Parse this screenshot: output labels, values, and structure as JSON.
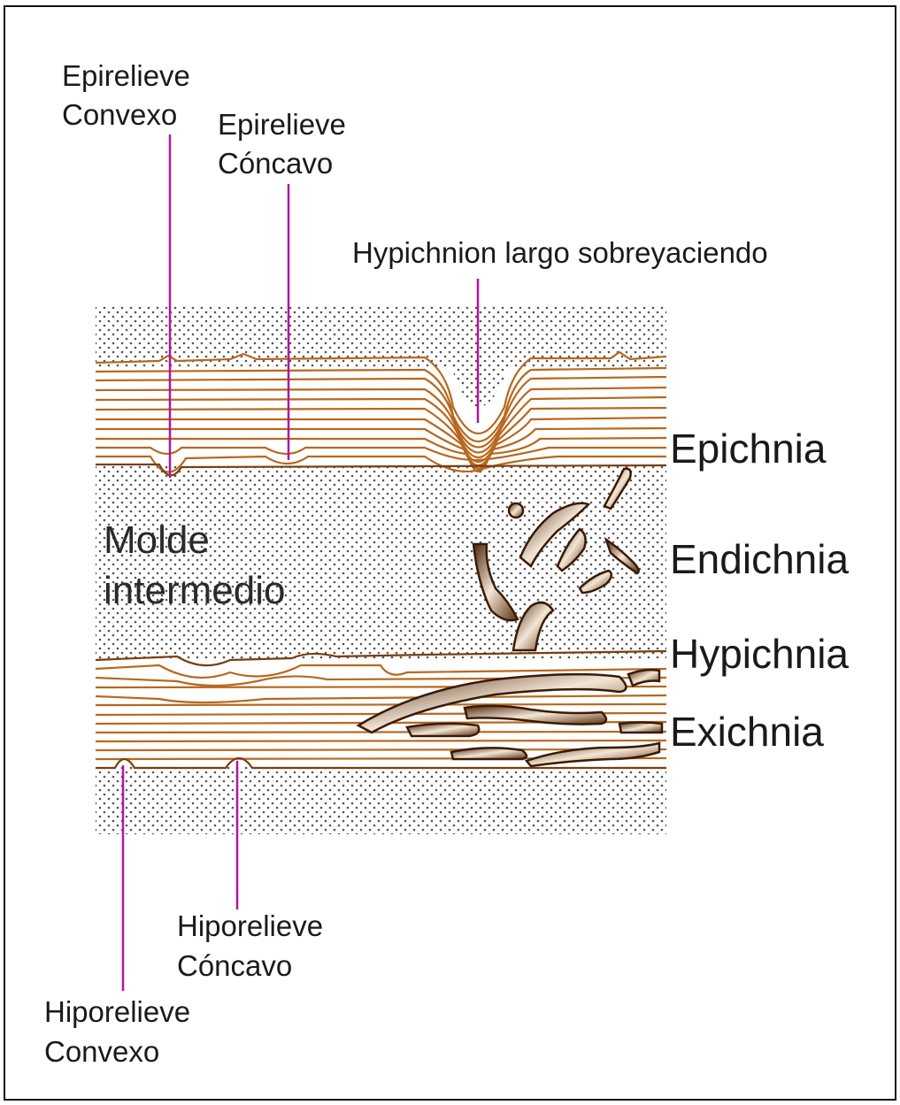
{
  "colors": {
    "strata": "#b8681e",
    "strata_dark": "#7a3f0e",
    "leader": "#b0169e",
    "dots": "#555555",
    "border": "#111111"
  },
  "labels": {
    "epi_convexo": [
      "Epirelieve",
      "Convexo"
    ],
    "epi_concavo": [
      "Epirelieve",
      "Cóncavo"
    ],
    "hypichnion": "Hypichnion largo sobreyaciendo",
    "epichnia": "Epichnia",
    "endichnia": "Endichnia",
    "hypichnia": "Hypichnia",
    "exichnia": "Exichnia",
    "molde": [
      "Molde",
      "intermedio"
    ],
    "hipo_concavo": [
      "Hiporelieve",
      "Cóncavo"
    ],
    "hipo_convexo": [
      "Hiporelieve",
      "Convexo"
    ]
  }
}
